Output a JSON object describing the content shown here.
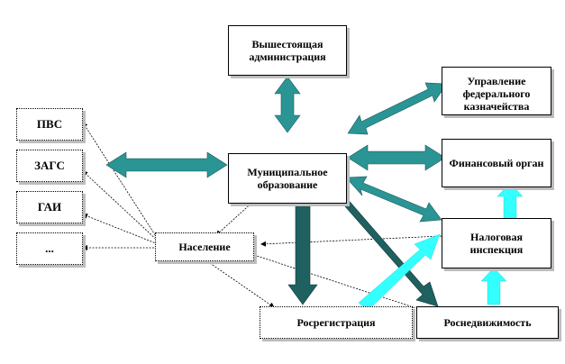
{
  "diagram": {
    "nodes": {
      "higher_admin": "Вышестоящая администрация",
      "federal": "Управление федерального казначейства",
      "finance": "Финансовый орган",
      "municipal": "Муниципальное образование",
      "tax": "Налоговая инспекция",
      "population": "Население",
      "rosreg": "Росрегистрация",
      "rosned": "Роснедвижимость",
      "pvs": "ПВС",
      "zags": "ЗАГС",
      "gai": "ГАИ",
      "dots": "..."
    },
    "colors": {
      "teal": "#2b9494",
      "dark_teal": "#1f6060",
      "cyan": "#33ffff"
    }
  }
}
